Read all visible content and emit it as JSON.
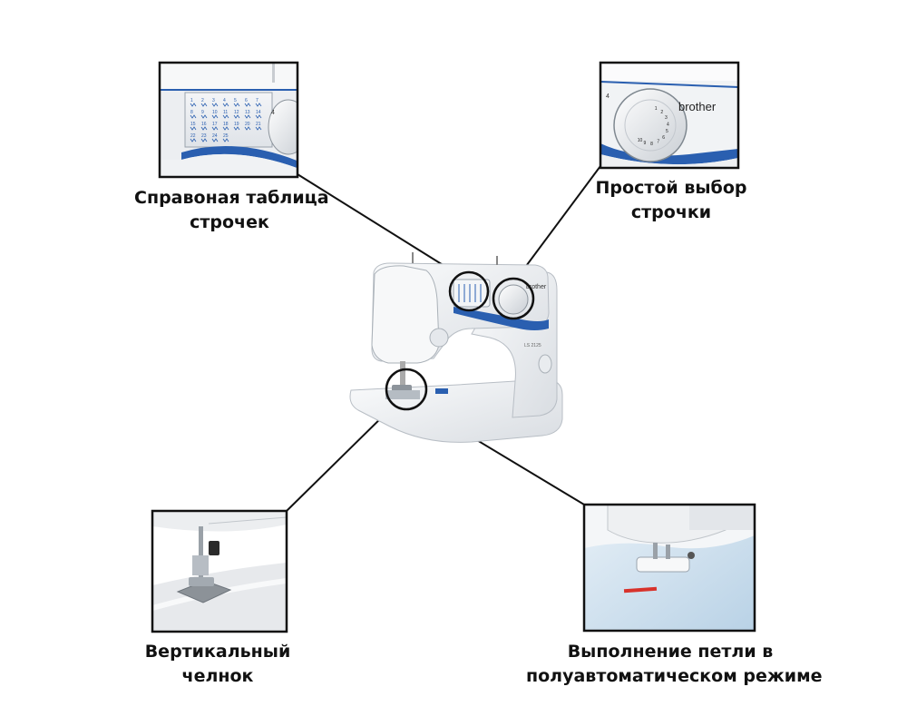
{
  "callouts": {
    "stitch_table": {
      "line1": "Справоная таблица",
      "line2": "строчек",
      "stitch_numbers": [
        "1",
        "2",
        "3",
        "4",
        "5",
        "6",
        "7",
        "8",
        "9",
        "10",
        "11",
        "12",
        "13",
        "14",
        "15",
        "16",
        "17",
        "18",
        "19",
        "20",
        "21",
        "22",
        "23",
        "24",
        "25"
      ]
    },
    "stitch_selection": {
      "line1": "Простой выбор",
      "line2": "строчки",
      "brand": "brother",
      "dial_numbers": [
        "1",
        "2",
        "3",
        "4",
        "5",
        "6",
        "7",
        "8",
        "9",
        "10"
      ],
      "mark": "4"
    },
    "vertical_hook": {
      "line1": "Вертикальный",
      "line2": "челнок"
    },
    "buttonhole": {
      "line1": "Выполнение петли в",
      "line2": "полуавтоматическом режиме"
    }
  },
  "machine": {
    "brand": "brother",
    "model": "LS 2125"
  },
  "colors": {
    "accent_blue": "#2a5fb0",
    "machine_body": "#eef0f2",
    "frame": "#111111",
    "mat_blue": "#cfe1ef",
    "guide_red": "#d8322b"
  }
}
